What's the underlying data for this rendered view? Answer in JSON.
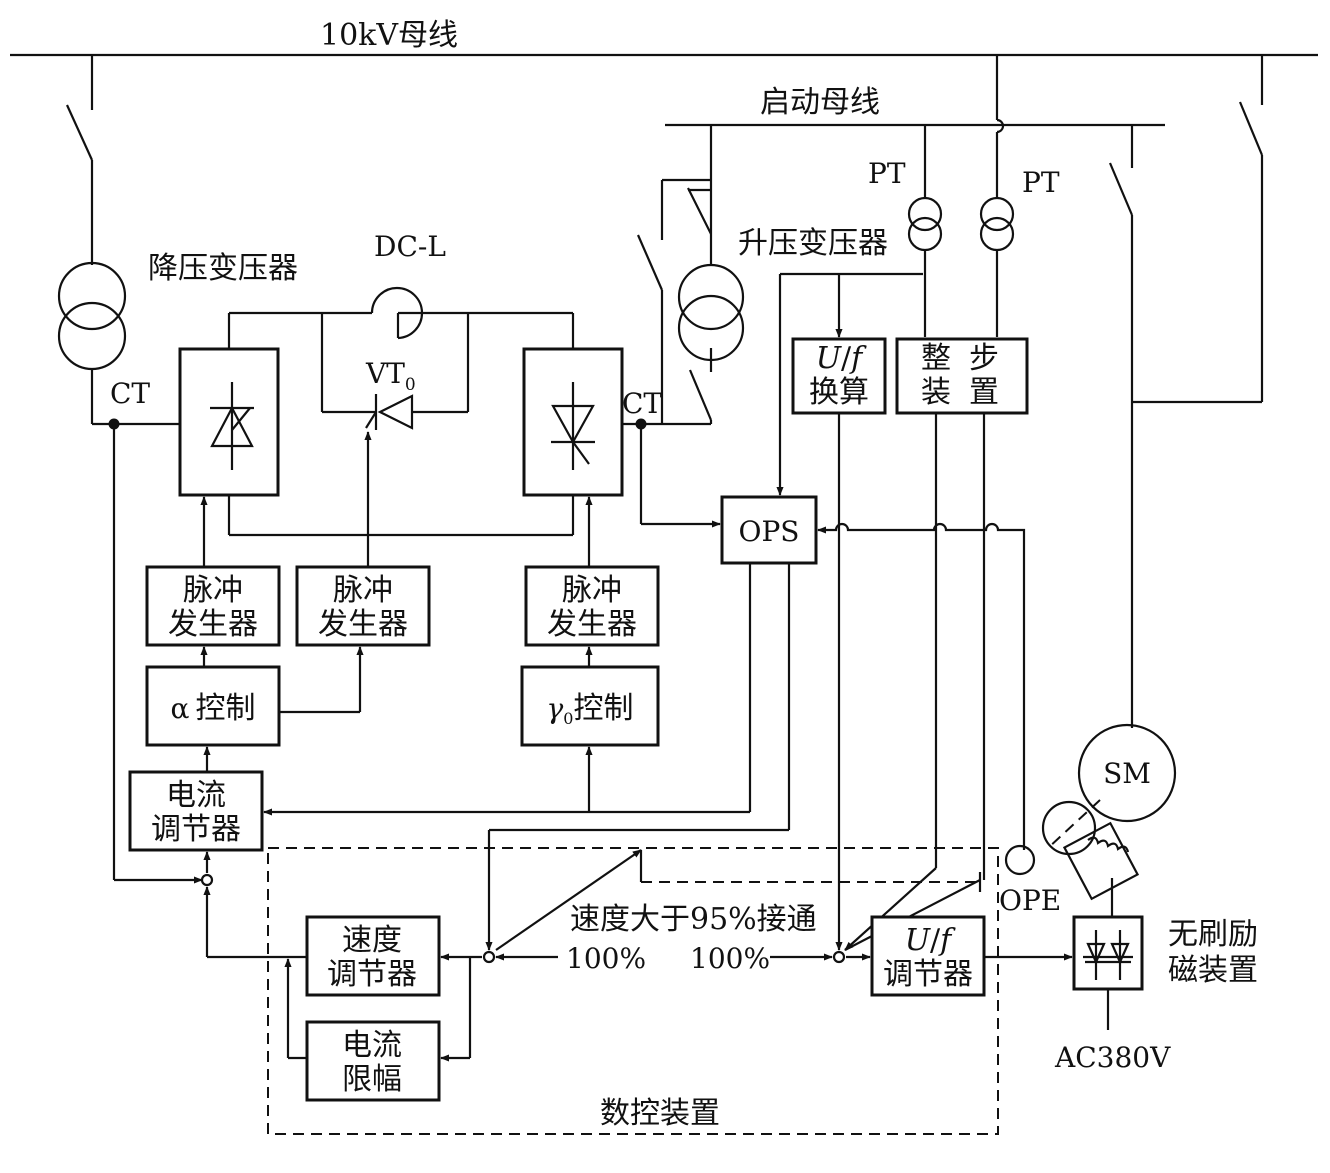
{
  "labels": {
    "bus_10kv": "10kV母线",
    "start_bus": "启动母线",
    "step_down_transformer": "降压变压器",
    "step_up_transformer": "升压变压器",
    "dc_l": "DC-L",
    "vt0": "VT",
    "vt0_sub": "0",
    "ct_left": "CT",
    "ct_right": "CT",
    "pt_left": "PT",
    "pt_right": "PT",
    "ops": "OPS",
    "sm": "SM",
    "ope": "OPE",
    "ac380v": "AC380V",
    "switch_speed_95": "速度大于95%接通",
    "ref_100_left": "100%",
    "ref_100_right": "100%",
    "nc_device": "数控装置",
    "brushless_excitation_line1": "无刷励",
    "brushless_excitation_line2": "磁装置"
  },
  "blocks": {
    "uf_calc_line1_italic_u": "U",
    "uf_calc_line1_slash": "/",
    "uf_calc_line1_italic_f": "f",
    "uf_calc_line2": "换算",
    "sync_line1_a": "整",
    "sync_line1_b": "步",
    "sync_line2_a": "装",
    "sync_line2_b": "置",
    "pulse_gen_1_line1": "脉冲",
    "pulse_gen_1_line2": "发生器",
    "pulse_gen_2_line1": "脉冲",
    "pulse_gen_2_line2": "发生器",
    "pulse_gen_3_line1": "脉冲",
    "pulse_gen_3_line2": "发生器",
    "alpha_control_symbol": "α",
    "alpha_control_text": "控制",
    "gamma_control_symbol": "γ",
    "gamma_control_sub": "0",
    "gamma_control_text": "控制",
    "current_regulator_line1": "电流",
    "current_regulator_line2": "调节器",
    "speed_regulator_line1": "速度",
    "speed_regulator_line2": "调节器",
    "current_limit_line1": "电流",
    "current_limit_line2": "限幅",
    "uf_regulator_line1_italic_u": "U",
    "uf_regulator_line1_slash": "/",
    "uf_regulator_line1_italic_f": "f",
    "uf_regulator_line2": "调节器"
  }
}
